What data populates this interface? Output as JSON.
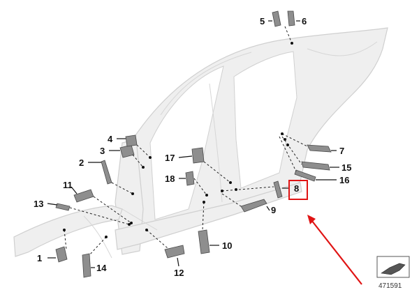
{
  "callouts": [
    {
      "id": "1",
      "label": "1"
    },
    {
      "id": "2",
      "label": "2"
    },
    {
      "id": "3",
      "label": "3"
    },
    {
      "id": "4",
      "label": "4"
    },
    {
      "id": "5",
      "label": "5"
    },
    {
      "id": "6",
      "label": "6"
    },
    {
      "id": "7",
      "label": "7"
    },
    {
      "id": "8",
      "label": "8"
    },
    {
      "id": "9",
      "label": "9"
    },
    {
      "id": "10",
      "label": "10"
    },
    {
      "id": "11",
      "label": "11"
    },
    {
      "id": "12",
      "label": "12"
    },
    {
      "id": "13",
      "label": "13"
    },
    {
      "id": "14",
      "label": "14"
    },
    {
      "id": "15",
      "label": "15"
    },
    {
      "id": "16",
      "label": "16"
    },
    {
      "id": "17",
      "label": "17"
    },
    {
      "id": "18",
      "label": "18"
    }
  ],
  "highlighted_callout": "8",
  "reference_number": "471591",
  "colors": {
    "highlight": "#e01414",
    "body": "#efefef",
    "part": "#8e8e8e"
  }
}
